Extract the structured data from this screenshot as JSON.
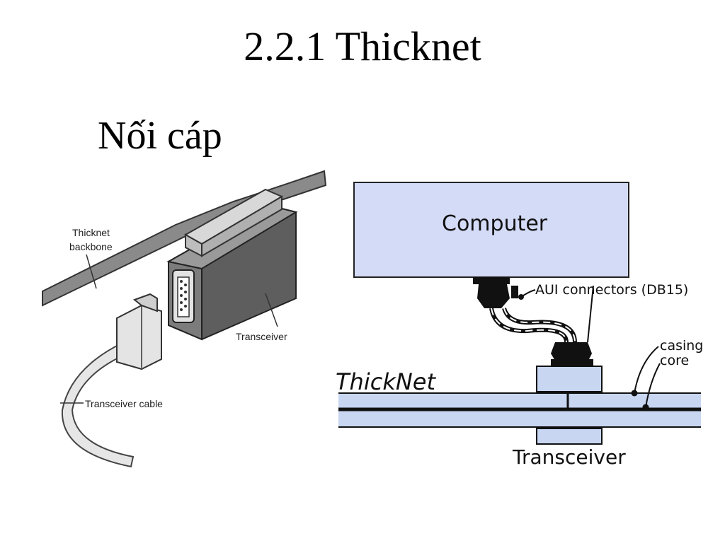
{
  "slide": {
    "title": "2.2.1 Thicknet",
    "subtitle": "Nối cáp"
  },
  "left_figure": {
    "labels": {
      "backbone_line1": "Thicknet",
      "backbone_line2": "backbone",
      "transceiver": "Transceiver",
      "cable": "Transceiver cable"
    }
  },
  "right_figure": {
    "computer": "Computer",
    "aui": "AUI connectors (DB15)",
    "casing": "casing",
    "core": "core",
    "thicknet": "ThickNet",
    "transceiver": "Transceiver",
    "colors": {
      "computer_fill": "#d4dbf7",
      "cable_fill": "#c8d6f2",
      "connector": "#111111"
    }
  }
}
